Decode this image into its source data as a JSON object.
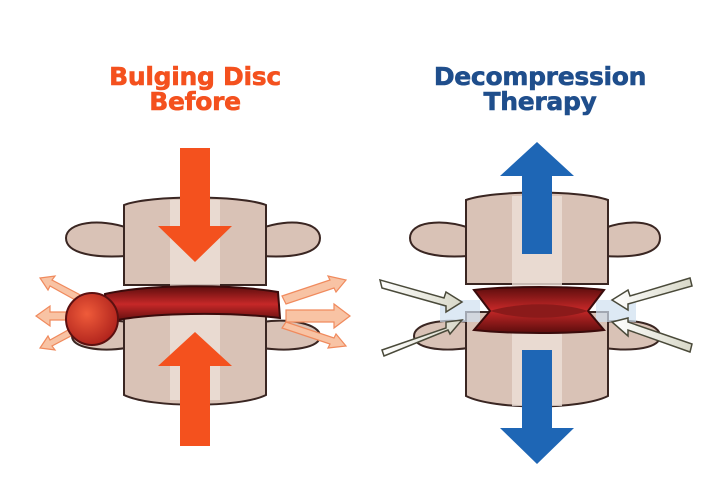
{
  "left_panel": {
    "title_line1": "Bulging Disc",
    "title_line2": "Before",
    "title_color": "#f4511e"
  },
  "right_panel": {
    "title_line1": "Decompression",
    "title_line2": "Therapy",
    "title_color": "#1f4e8c"
  },
  "colors": {
    "bone": "#d9c2b6",
    "bone_outline": "#3a2622",
    "disc": "#b71c1c",
    "compress_arrow": "#f4511e",
    "decompress_arrow": "#1e66b5",
    "pressure_arrow": "#f6ad84"
  }
}
